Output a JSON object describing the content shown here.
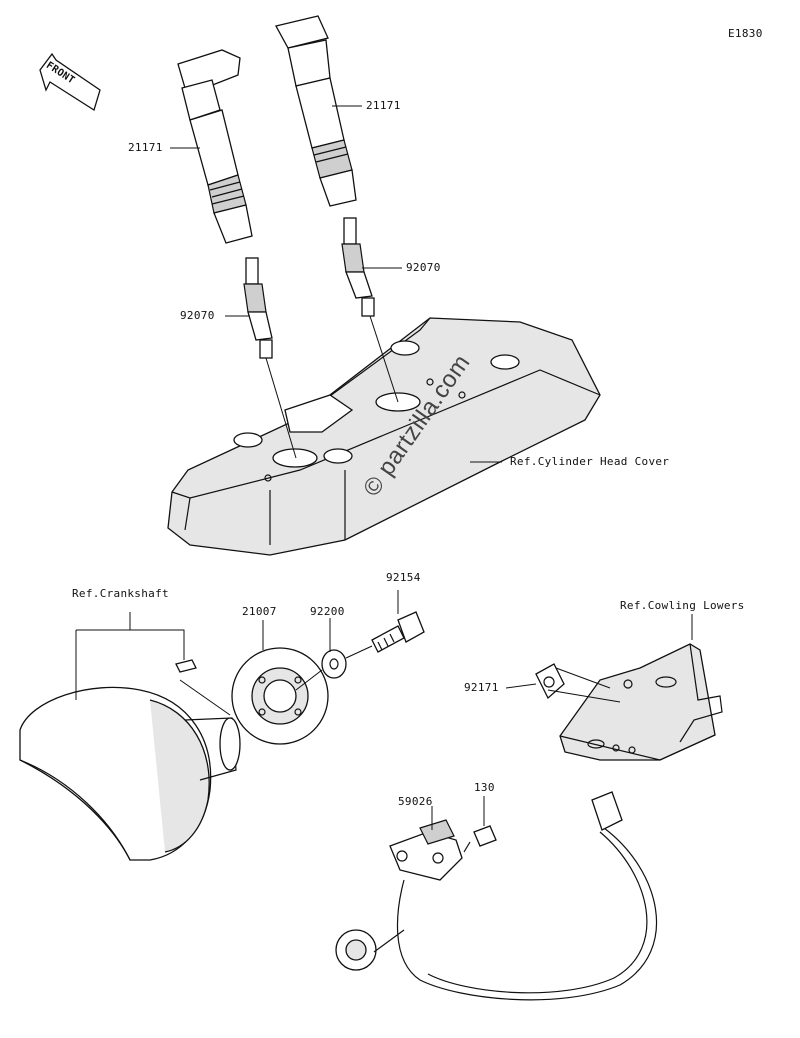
{
  "diagram_code": "E1830",
  "front_label": "FRONT",
  "watermark": "© partzilla.com",
  "labels": {
    "coil_left": "21171",
    "coil_right": "21171",
    "plug_left": "92070",
    "plug_right": "92070",
    "ref_head_cover": "Ref.Cylinder Head Cover",
    "ref_crankshaft": "Ref.Crankshaft",
    "rotor": "21007",
    "washer": "92200",
    "bolt": "92154",
    "ref_cowling": "Ref.Cowling Lowers",
    "clamp": "92171",
    "sensor": "59026",
    "sensor_bolt": "130"
  }
}
